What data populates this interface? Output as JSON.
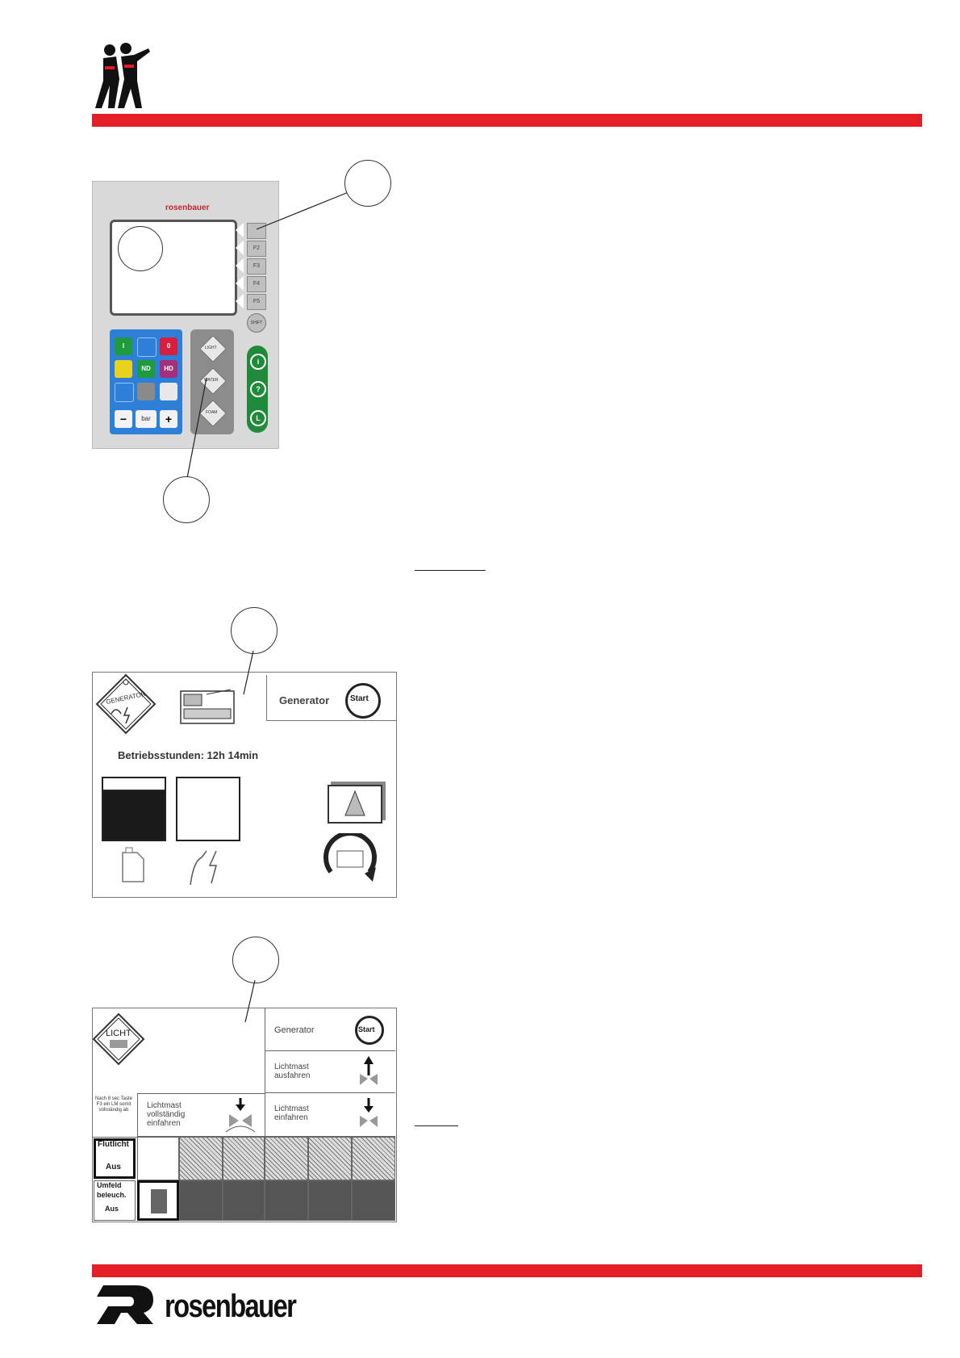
{
  "header": {
    "logo_icon": "firefighters-icon"
  },
  "figure1": {
    "brand": "rosenbauer",
    "softkeys": [
      "",
      "F2",
      "F3",
      "F4",
      "F5"
    ],
    "shift_key": "SHIFT",
    "blue_pad": {
      "row1": [
        "I",
        "",
        "0"
      ],
      "row2": [
        "",
        "ND",
        "HD"
      ],
      "minus": "−",
      "bar": "bar",
      "plus": "+"
    },
    "grey_pad": [
      "LIGHT",
      "WATER",
      "FOAM"
    ],
    "green_pad": [
      "i",
      "?",
      "L"
    ]
  },
  "figure2": {
    "badge": "GENERATOR",
    "generator_label": "Generator",
    "start_label": "Start",
    "hours_text": "Betriebsstunden: 12h 14min"
  },
  "figure3": {
    "badge": "LICHT",
    "rows": [
      {
        "label": "Generator",
        "action": "Start"
      },
      {
        "label": "Lichtmast ausfahren"
      },
      {
        "label": "Lichtmast einfahren"
      }
    ],
    "note": "Nach 8 sec Taste F3 ein LM somit vollständig ab",
    "retract_label": "Lichtmast vollständig einfahren",
    "flood_label": "Flutlicht",
    "flood_state": "Aus",
    "ambient_label": "Umfeld beleuch.",
    "ambient_state": "Aus"
  },
  "footer": {
    "brand": "rosenbauer",
    "logo_icon": "rosenbauer-r-logo"
  }
}
